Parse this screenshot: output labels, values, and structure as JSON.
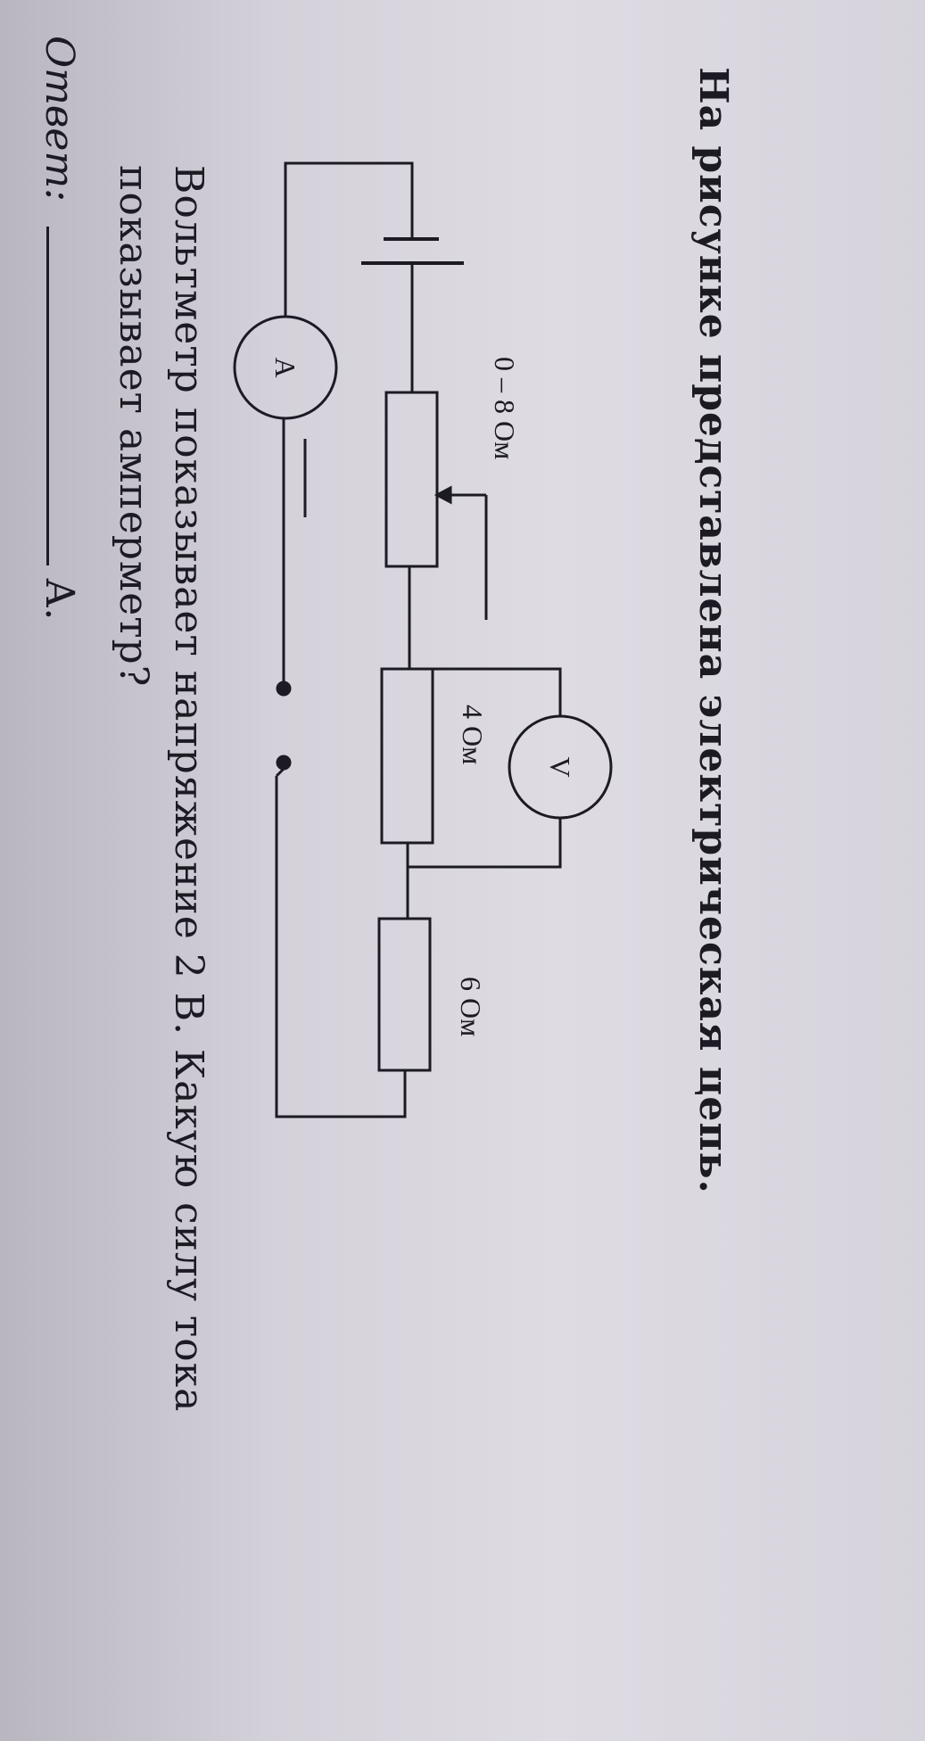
{
  "task": {
    "title": "На рисунке представлена электрическая цепь.",
    "question_line1": "Вольтметр показывает напряжение 2 В. Какую силу тока",
    "question_line2": "показывает амперметр?",
    "answer_label": "Ответ:",
    "answer_unit": "А."
  },
  "circuit": {
    "rheostat_label": "0 – 8 Ом",
    "resistor1_label": "4 Ом",
    "resistor2_label": "6 Ом",
    "ammeter_symbol": "A",
    "voltmeter_symbol": "V"
  }
}
